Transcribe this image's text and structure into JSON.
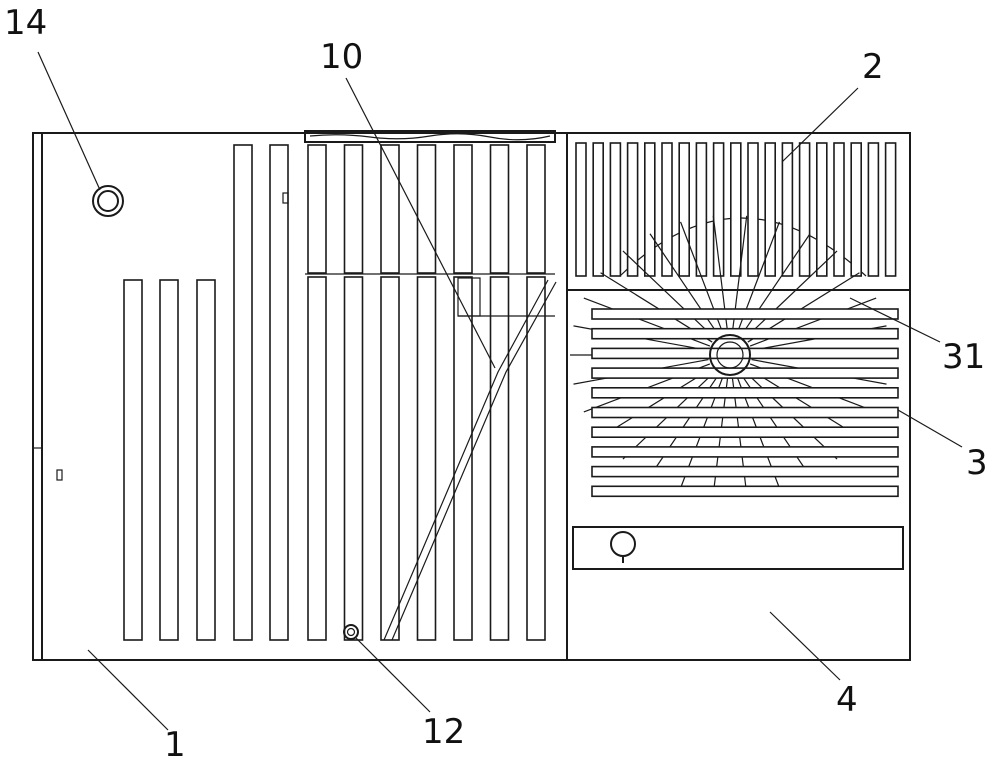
{
  "callouts": [
    {
      "id": "c14",
      "text": "14"
    },
    {
      "id": "c10",
      "text": "10"
    },
    {
      "id": "c2",
      "text": "2"
    },
    {
      "id": "c31",
      "text": "31"
    },
    {
      "id": "c3",
      "text": "3"
    },
    {
      "id": "c4",
      "text": "4"
    },
    {
      "id": "c12",
      "text": "12"
    },
    {
      "id": "c1",
      "text": "1"
    }
  ],
  "colors": {
    "line": "#1a1a1a",
    "background": "#ffffff"
  }
}
